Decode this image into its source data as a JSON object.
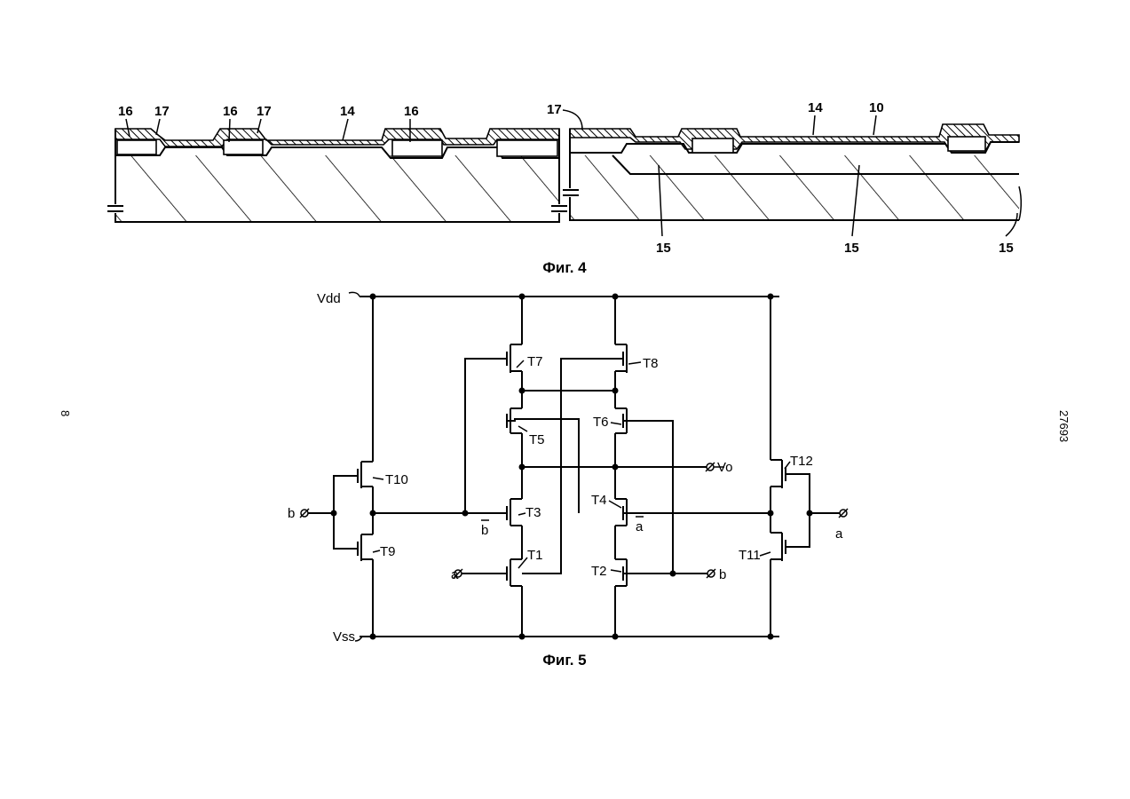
{
  "side_texts": {
    "left": "8",
    "right": "27693"
  },
  "figure4": {
    "caption": "Фиг. 4",
    "labels": [
      "16",
      "17",
      "16",
      "17",
      "14",
      "16",
      "17",
      "14",
      "10",
      "15",
      "15",
      "15"
    ]
  },
  "figure5": {
    "caption": "Фиг. 5",
    "rails": {
      "vdd": "Vdd",
      "vss": "Vss"
    },
    "transistors": [
      "T7",
      "T8",
      "T5",
      "T6",
      "T10",
      "T12",
      "T3",
      "T4",
      "T9",
      "T11",
      "T1",
      "T2"
    ],
    "terminals": [
      "Vo",
      "b",
      "b",
      "a",
      "a",
      "a",
      "b"
    ]
  }
}
